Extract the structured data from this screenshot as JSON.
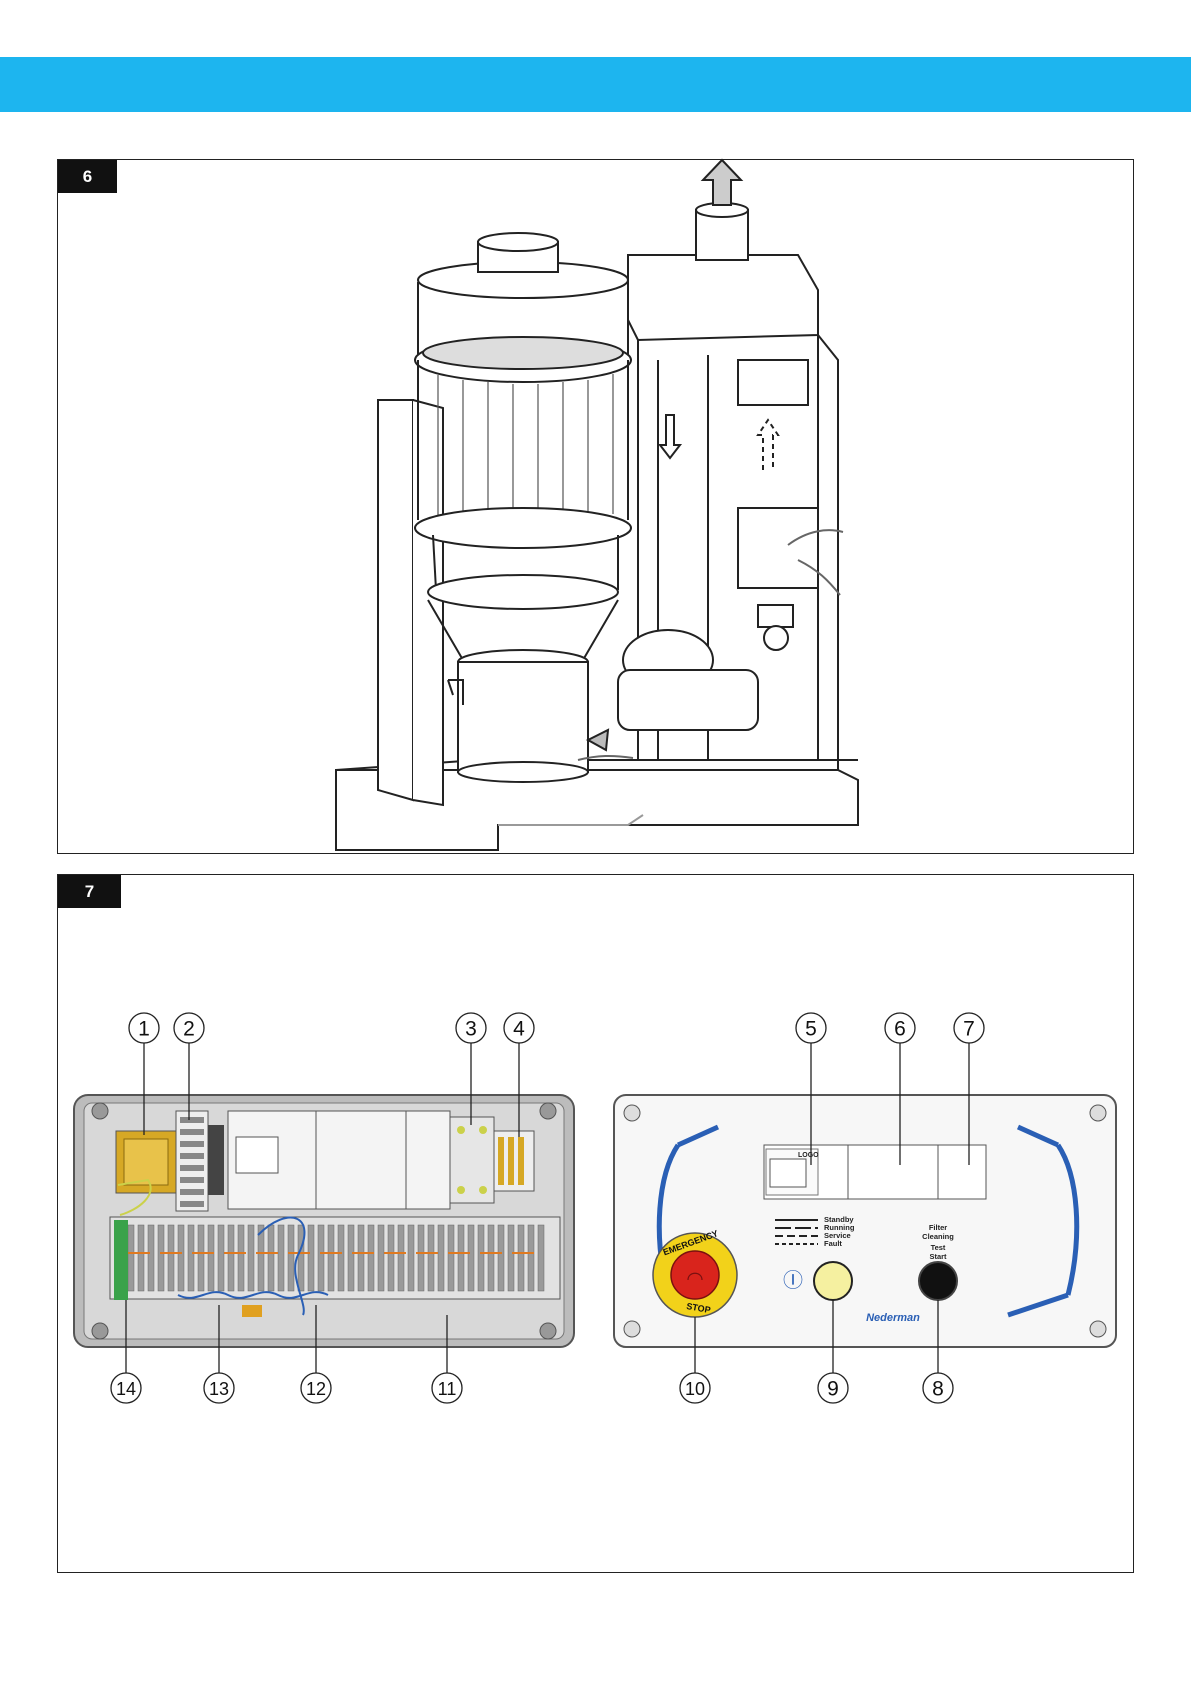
{
  "figures": [
    {
      "number": "6"
    },
    {
      "number": "7"
    }
  ],
  "callouts": [
    "1",
    "2",
    "3",
    "4",
    "5",
    "6",
    "7",
    "8",
    "9",
    "10",
    "11",
    "12",
    "13",
    "14"
  ],
  "panel": {
    "logo_text": "LOGO",
    "emergency_top": "EMERGENCY",
    "emergency_bottom": "STOP",
    "legend": [
      "Standby",
      "Running",
      "Service",
      "Fault"
    ],
    "filter_label_lines": [
      "Filter",
      "Cleaning",
      "Test",
      "Start"
    ],
    "power_symbol": "Ⓘ",
    "brand": "Nederman"
  },
  "colors": {
    "header_bar": "#1db5ef",
    "yellow_button": "#f5f0a0",
    "emergency_red": "#d9241c",
    "emergency_yellow": "#f2d21a",
    "panel_blue": "#2a5fb5"
  }
}
